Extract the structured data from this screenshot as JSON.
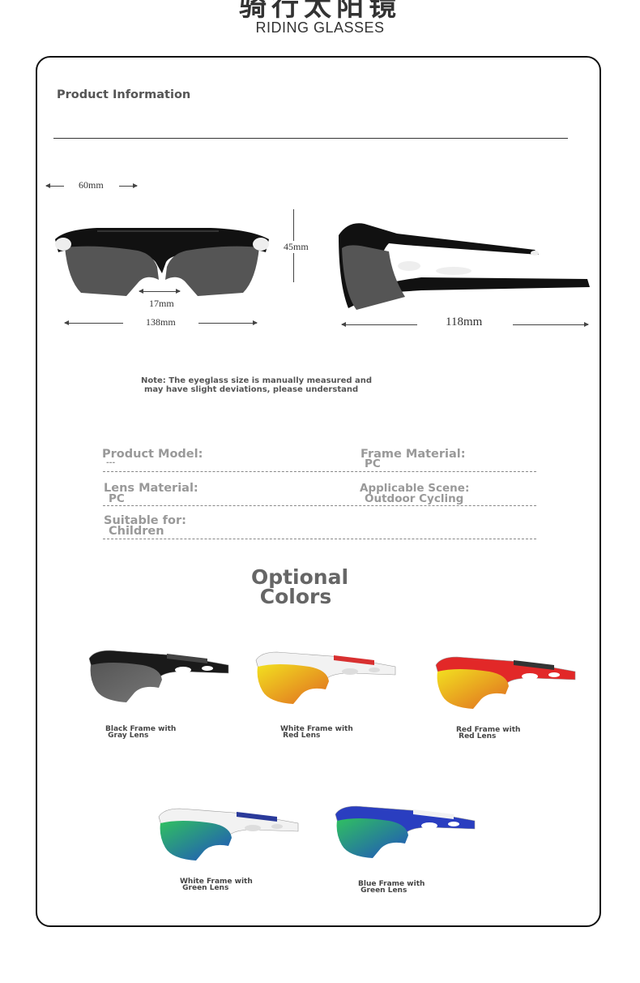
{
  "header": {
    "title": "骑行太阳镜",
    "subtitle": "RIDING GLASSES"
  },
  "section": {
    "title": "Product Information"
  },
  "dimensions": {
    "width": "60mm",
    "height": "45mm",
    "bridge": "17mm",
    "frame_width": "138mm",
    "temple_length": "118mm"
  },
  "note": {
    "line1": "Note: The eyeglass size is manually measured and",
    "line2": "may have slight deviations, please understand"
  },
  "specs": {
    "model_label": "Product Model:",
    "model_value": "---",
    "frame_label": "Frame Material:",
    "frame_value": "PC",
    "lens_label": "Lens Material:",
    "lens_value": "PC",
    "scene_label": "Applicable Scene:",
    "scene_value": "Outdoor Cycling",
    "suitable_label": "Suitable for:",
    "suitable_value": "Children"
  },
  "optional_colors": {
    "title_line1": "Optional",
    "title_line2": "Colors",
    "variants": [
      {
        "label": "Black Frame with\n Gray Lens",
        "frame": "#1a1a1a",
        "accent": "#444444",
        "lens": [
          "#555555",
          "#777777"
        ]
      },
      {
        "label": "White Frame with\n Red Lens",
        "frame": "#f2f2f2",
        "accent": "#d83030",
        "lens": [
          "#f2e020",
          "#e06a20"
        ]
      },
      {
        "label": "Red Frame with\n Red Lens",
        "frame": "#e22828",
        "accent": "#333333",
        "lens": [
          "#f2e020",
          "#e06a20"
        ]
      },
      {
        "label": "White Frame with\n Green Lens",
        "frame": "#f2f2f2",
        "accent": "#2a3a9a",
        "lens": [
          "#30c060",
          "#2050c0"
        ]
      },
      {
        "label": "Blue Frame with\n Green Lens",
        "frame": "#2a3ec0",
        "accent": "#f2f2f2",
        "lens": [
          "#30c060",
          "#2050c0"
        ]
      }
    ]
  }
}
